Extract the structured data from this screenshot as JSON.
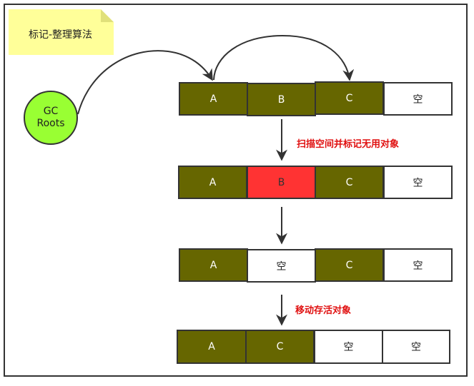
{
  "note": {
    "text": "标记-整理算法"
  },
  "gc_root": {
    "line1": "GC",
    "line2": "Roots"
  },
  "rows": [
    {
      "cells": [
        {
          "label": "A",
          "kind": "obj"
        },
        {
          "label": "B",
          "kind": "obj"
        },
        {
          "label": "C",
          "kind": "obj"
        },
        {
          "label": "空",
          "kind": "empty"
        }
      ]
    },
    {
      "cells": [
        {
          "label": "A",
          "kind": "obj"
        },
        {
          "label": "B",
          "kind": "garbage"
        },
        {
          "label": "C",
          "kind": "obj"
        },
        {
          "label": "空",
          "kind": "empty"
        }
      ]
    },
    {
      "cells": [
        {
          "label": "A",
          "kind": "obj"
        },
        {
          "label": "空",
          "kind": "empty"
        },
        {
          "label": "C",
          "kind": "obj"
        },
        {
          "label": "空",
          "kind": "empty"
        }
      ]
    },
    {
      "cells": [
        {
          "label": "A",
          "kind": "obj"
        },
        {
          "label": "C",
          "kind": "obj"
        },
        {
          "label": "空",
          "kind": "empty"
        },
        {
          "label": "空",
          "kind": "empty"
        }
      ]
    }
  ],
  "steps": {
    "scan": "扫描空间并标记无用对象",
    "move": "移动存活对象"
  },
  "colors": {
    "live": "#666600",
    "garbage": "#ff3333",
    "empty": "#ffffff",
    "root": "#99ff33",
    "note": "#ffff99",
    "label": "#e01010"
  }
}
